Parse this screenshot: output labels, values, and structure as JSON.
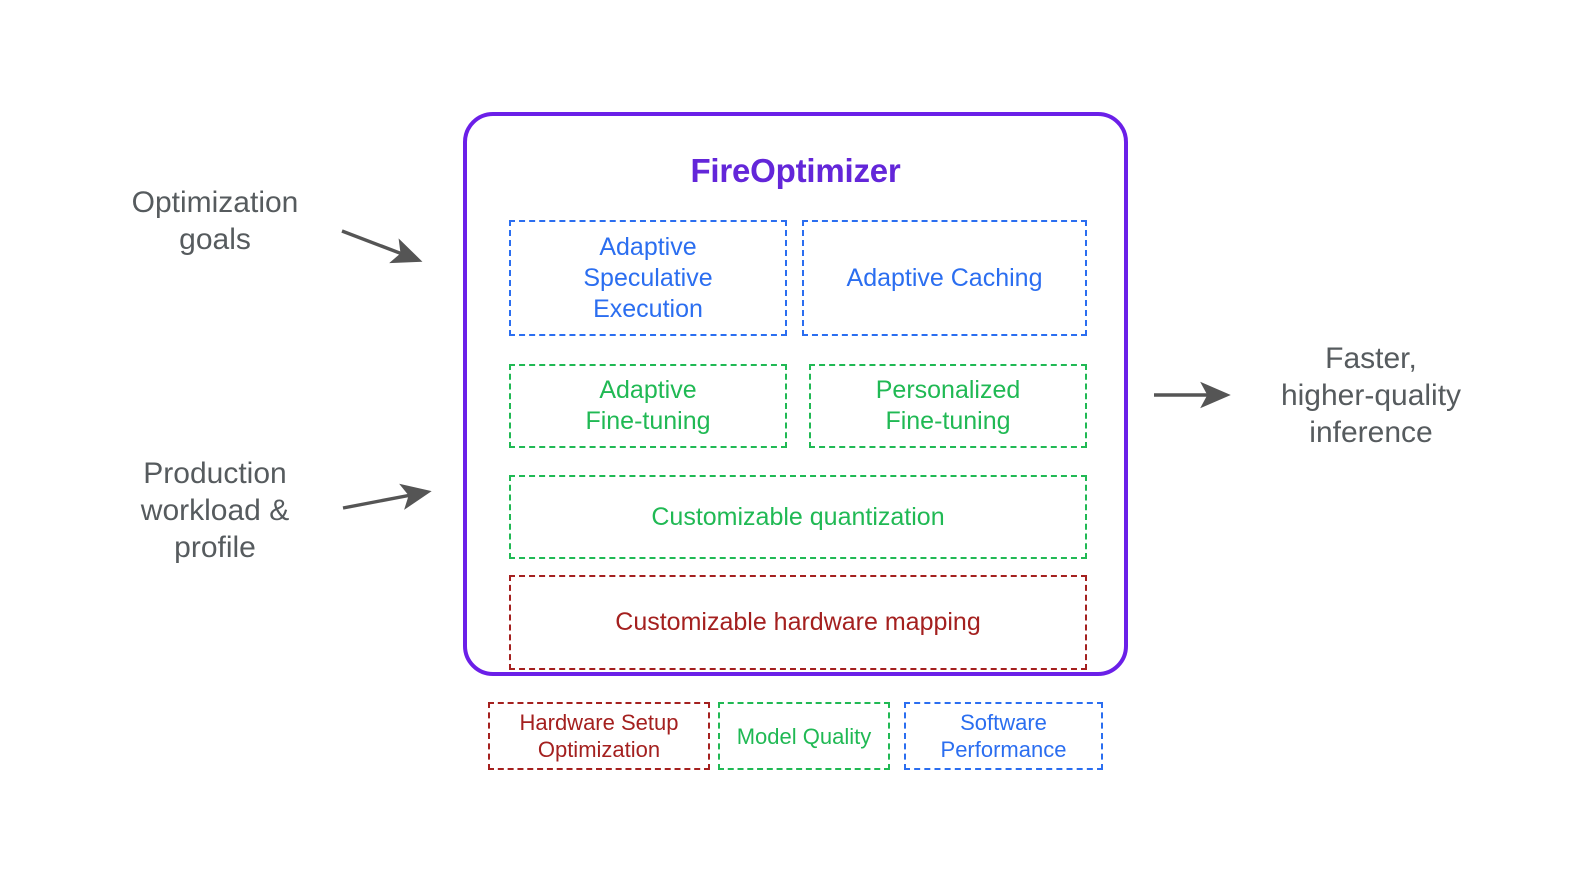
{
  "colors": {
    "panel_border": "#6b1fe8",
    "title": "#6326d9",
    "blue": "#2b6ef0",
    "green": "#20b954",
    "red": "#a4201f",
    "caption_text": "#565b5e",
    "arrow": "#555555",
    "background": "#ffffff"
  },
  "captions": {
    "optimization_goals": "Optimization\ngoals",
    "production_workload": "Production\nworkload &\nprofile",
    "outcome": "Faster,\nhigher-quality\ninference"
  },
  "panel": {
    "title": "FireOptimizer",
    "features": [
      {
        "key": "adaptive_speculative_execution",
        "label": "Adaptive\nSpeculative\nExecution",
        "category": "Software Performance",
        "color": "#2b6ef0"
      },
      {
        "key": "adaptive_caching",
        "label": "Adaptive Caching",
        "category": "Software Performance",
        "color": "#2b6ef0"
      },
      {
        "key": "adaptive_fine_tuning",
        "label": "Adaptive\nFine-tuning",
        "category": "Model Quality",
        "color": "#20b954"
      },
      {
        "key": "personalized_fine_tuning",
        "label": "Personalized\nFine-tuning",
        "category": "Model Quality",
        "color": "#20b954"
      },
      {
        "key": "customizable_quantization",
        "label": "Customizable quantization",
        "category": "Model Quality",
        "color": "#20b954"
      },
      {
        "key": "customizable_hardware_mapping",
        "label": "Customizable hardware mapping",
        "category": "Hardware Setup Optimization",
        "color": "#a4201f"
      }
    ]
  },
  "legend": [
    {
      "key": "hardware_setup_optimization",
      "label": "Hardware Setup\nOptimization",
      "color": "#a4201f"
    },
    {
      "key": "model_quality",
      "label": "Model Quality",
      "color": "#20b954"
    },
    {
      "key": "software_performance",
      "label": "Software\nPerformance",
      "color": "#2b6ef0"
    }
  ],
  "arrows": [
    {
      "key": "goals_to_panel",
      "direction": "down-right"
    },
    {
      "key": "workload_to_panel",
      "direction": "up-right"
    },
    {
      "key": "panel_to_outcome",
      "direction": "right"
    }
  ]
}
